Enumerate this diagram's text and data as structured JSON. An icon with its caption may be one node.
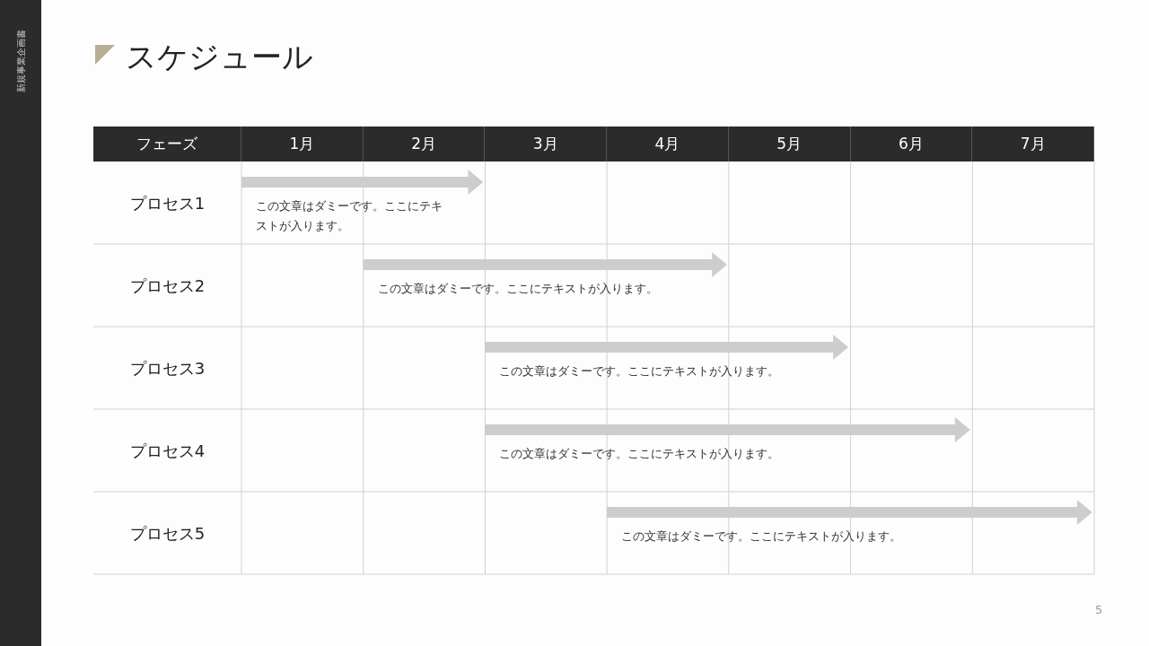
{
  "diagram": {
    "title": "スケジュール",
    "nodes": [
      {
        "text": [],
        "shape": "bar",
        "beside": [
          "この文章はダミーです。ここにテキストが入ります。"
        ]
      },
      {
        "text": [],
        "shape": "bar",
        "beside": [
          "この文章はダミーです。ここにテキストが入ります。"
        ]
      },
      {
        "text": [],
        "shape": "bar",
        "beside": [
          "この文章はダミーです。ここにテキストが入ります。"
        ]
      },
      {
        "text": [],
        "shape": "bar",
        "beside": [
          "この文章はダミーです。ここにテキストが入ります。"
        ]
      },
      {
        "text": [],
        "shape": "bar",
        "beside": [
          "この文章はダミーです。ここにテキストが入ります。"
        ]
      }
    ],
    "labels": [
      "新規事業企画書",
      "フェーズ",
      "1月",
      "2月",
      "3月",
      "4月",
      "5月",
      "6月",
      "7月",
      "プロセス1",
      "プロセス2",
      "プロセス3",
      "プロセス4",
      "プロセス5",
      "5"
    ]
  }
}
